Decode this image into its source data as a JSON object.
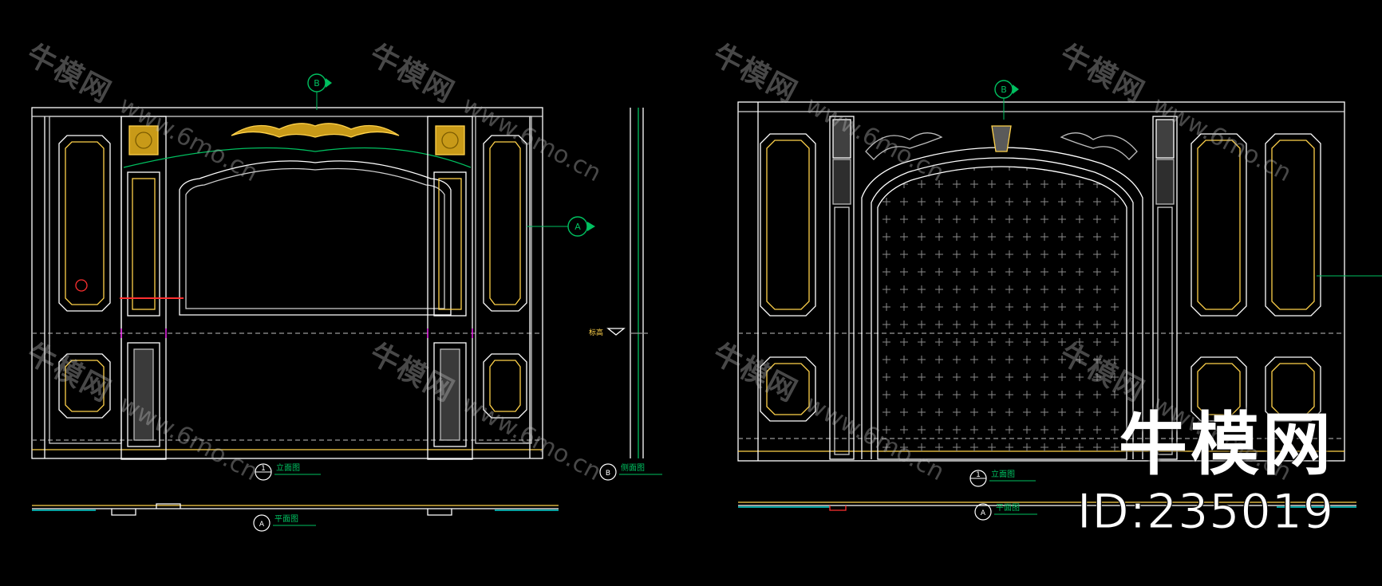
{
  "drawing": {
    "left": {
      "elevation_callout_top": "B",
      "section_callout_right": "A",
      "level_mark": "标高",
      "elevation_title": "立面图",
      "elevation_title_number": "1",
      "side_elevation_title": "侧面图",
      "side_elevation_number": "B",
      "plan_title": "平面图",
      "plan_number": "A",
      "marker": "A"
    },
    "right": {
      "elevation_callout_top": "B",
      "elevation_title": "立面图",
      "elevation_title_number": "1",
      "plan_title": "平面图",
      "plan_number": "A"
    }
  },
  "watermark": {
    "cn": "牛模网",
    "url": "www.6mo.cn"
  },
  "logo": {
    "name": "牛模网",
    "id_text": "ID:235019"
  },
  "colors": {
    "background": "#000000",
    "line_white": "#ffffff",
    "line_yellow": "#ffd24a",
    "line_green": "#00c060",
    "line_cyan": "#00ffff",
    "ornament_gold": "#e0b020",
    "line_magenta": "#ff00ff",
    "line_red": "#ff3030",
    "dashed_gray": "#9a9a9a"
  }
}
